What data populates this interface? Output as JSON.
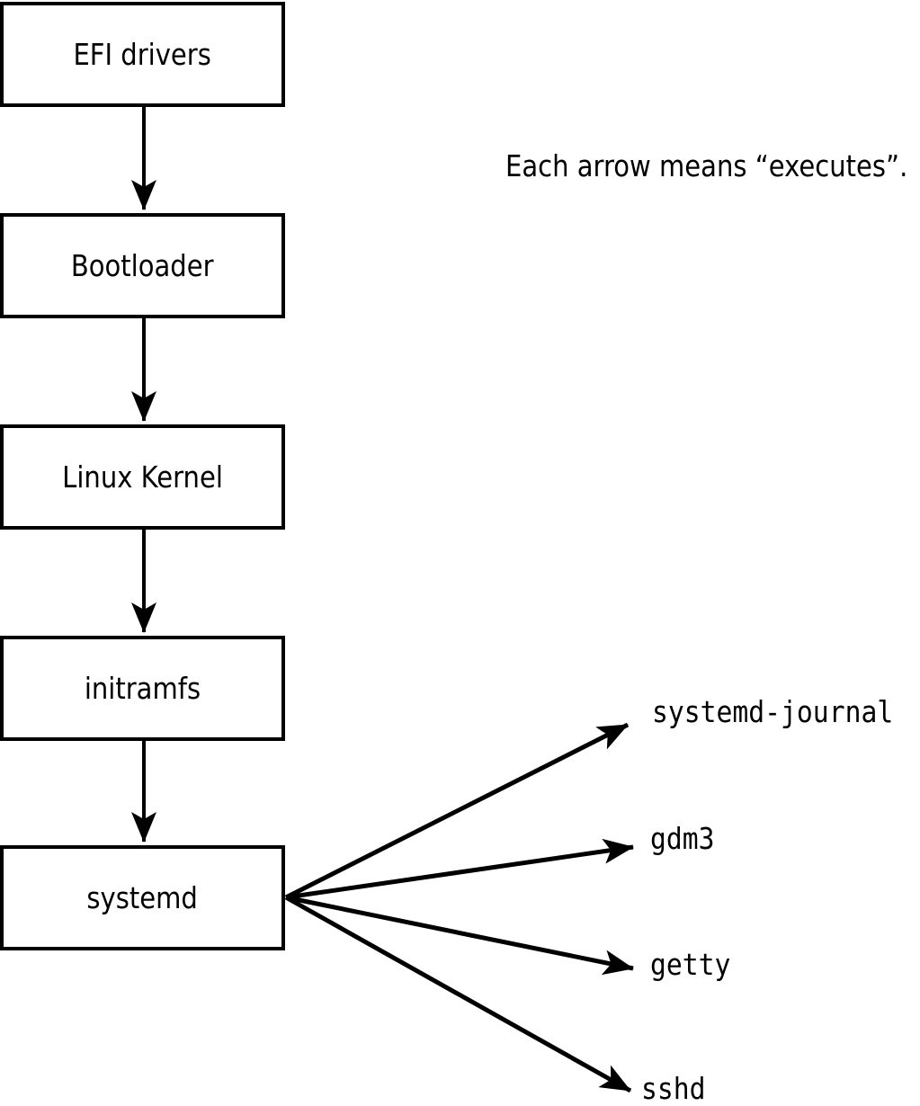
{
  "colors": {
    "ink": "#000000",
    "paper": "#ffffff"
  },
  "caption": "Each arrow means “executes”.",
  "chain": [
    {
      "label": "EFI drivers"
    },
    {
      "label": "Bootloader"
    },
    {
      "label": "Linux Kernel"
    },
    {
      "label": "initramfs"
    },
    {
      "label": "systemd"
    }
  ],
  "spawned": [
    {
      "label": "systemd-journal"
    },
    {
      "label": "gdm3"
    },
    {
      "label": "getty"
    },
    {
      "label": "sshd"
    }
  ]
}
